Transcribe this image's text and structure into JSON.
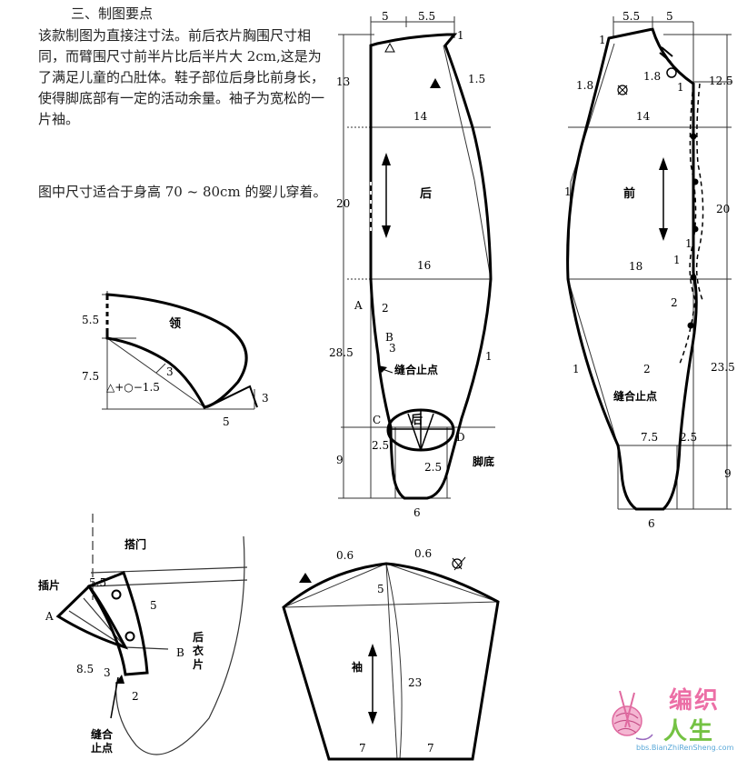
{
  "notes": {
    "heading": "三、制图要点",
    "paragraph1": "该款制图为直接注寸法。前后衣片胸围尺寸相同，而臂围尺寸前半片比后半片大 2cm,这是为了满足儿童的凸肚体。鞋子部位后身比前身长，使得脚底部有一定的活动余量。袖子为宽松的一片袖。",
    "paragraph2": "图中尺寸适合于身高 70 ~ 80cm 的婴儿穿着。"
  },
  "back_piece": {
    "name": "后",
    "top_widths": [
      "5",
      "5.5"
    ],
    "left_dims": [
      "13",
      "20",
      "28.5",
      "9"
    ],
    "widths": [
      "14",
      "16"
    ],
    "edge_marks": [
      "1",
      "1.5",
      "1"
    ],
    "points": [
      "A",
      "B",
      "C",
      "D"
    ],
    "small_dims": [
      "2",
      "3",
      "2.5",
      "2.5"
    ],
    "seam_stop": "缝合止点",
    "sole": "脚底",
    "bottom_width": "6"
  },
  "front_piece": {
    "name": "前",
    "top_widths": [
      "5.5",
      "5"
    ],
    "right_dims": [
      "12.5",
      "20",
      "23.5",
      "9"
    ],
    "widths": [
      "14",
      "18",
      "7.5",
      "2.5"
    ],
    "edge_marks": [
      "1",
      "1.8",
      "1.8",
      "1",
      "1",
      "1",
      "1",
      "1",
      "2",
      "2"
    ],
    "seam_stop": "缝合止点",
    "bottom_width": "6"
  },
  "collar": {
    "name": "领",
    "dims": [
      "5.5",
      "7.5",
      "3",
      "3",
      "5"
    ],
    "formula": "△+○−1.5"
  },
  "placket": {
    "labels": [
      "搭门",
      "插片",
      "后衣片",
      "缝合止点"
    ],
    "points": [
      "A",
      "B"
    ],
    "dims": [
      "5.5",
      "5",
      "8.5",
      "3",
      "2"
    ]
  },
  "sleeve": {
    "name": "袖",
    "top_dims": [
      "0.6",
      "0.6"
    ],
    "cap_height": "5",
    "length": "23",
    "bottom_widths": [
      "7",
      "7"
    ]
  },
  "watermark": {
    "line1": "编织",
    "line2": "人生",
    "url": "bbs.BianZhiRenSheng.com"
  }
}
